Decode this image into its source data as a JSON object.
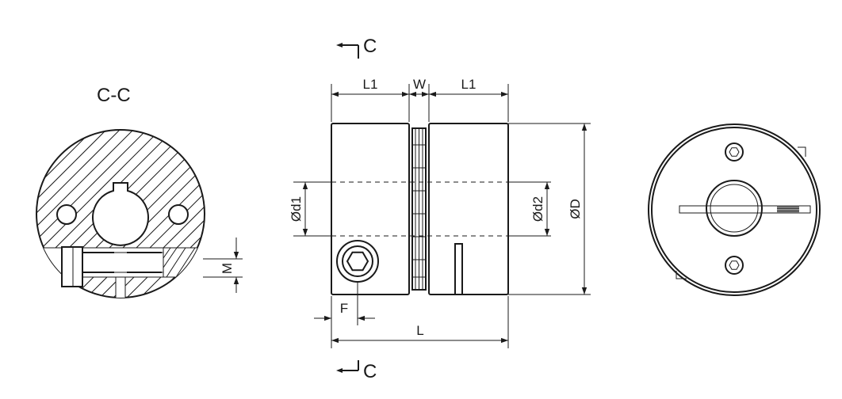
{
  "section": {
    "marker_letter": "C",
    "label": "C-C"
  },
  "dimensions": {
    "l1_left": "L1",
    "w": "W",
    "l1_right": "L1",
    "d1": "Ød1",
    "d2": "Ød2",
    "outer_d": "ØD",
    "f": "F",
    "l": "L",
    "m": "M"
  },
  "colors": {
    "line": "#1a1a1a",
    "background": "#ffffff"
  }
}
